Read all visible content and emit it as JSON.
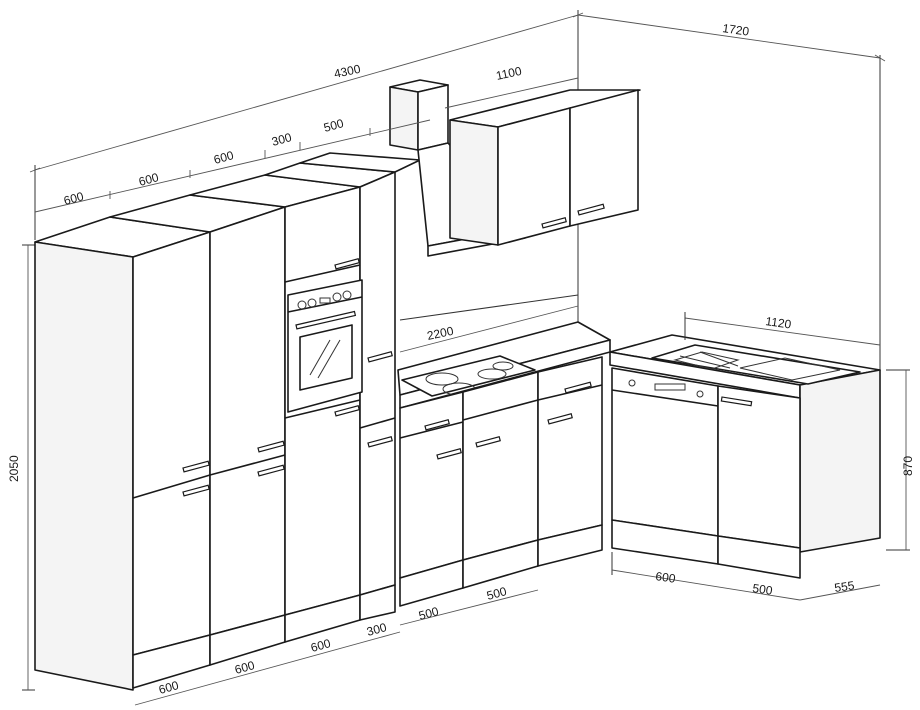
{
  "dimensions": {
    "overall_width": "4300",
    "right_wall_width": "1720",
    "total_height": "2050",
    "wall_cabinet_width": "1100",
    "top_width_1": "600",
    "top_width_2": "600",
    "top_width_3": "600",
    "top_width_4": "300",
    "top_width_5": "500",
    "counter_length": "2200",
    "sink_unit_length": "1120",
    "base_height": "870",
    "bottom_width_1": "600",
    "bottom_width_2": "600",
    "bottom_width_3": "600",
    "bottom_width_4": "300",
    "bottom_width_5": "500",
    "bottom_width_6": "500",
    "dishwasher_width": "600",
    "sink_cabinet_width": "500",
    "depth": "555"
  }
}
